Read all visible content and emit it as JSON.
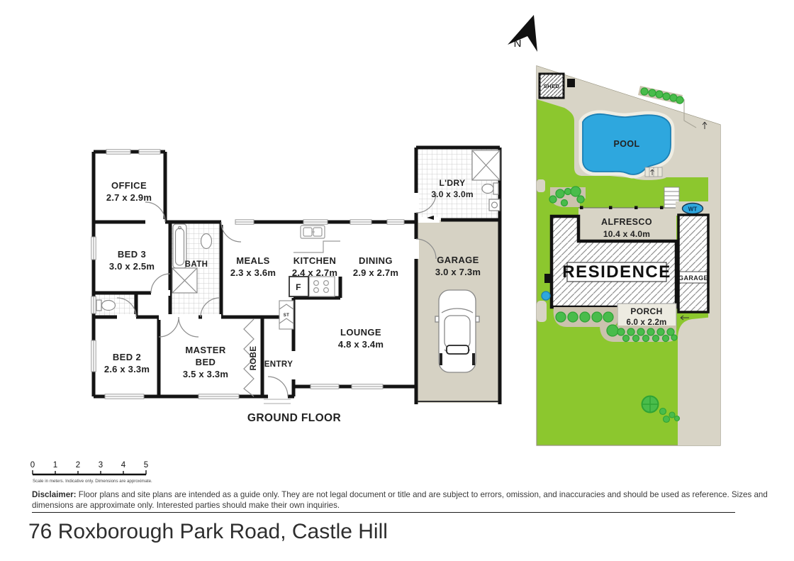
{
  "north": {
    "label": "N"
  },
  "floorplan": {
    "title": "GROUND FLOOR",
    "office": {
      "name": "OFFICE",
      "dims": "2.7 x 2.9m"
    },
    "bed3": {
      "name": "BED 3",
      "dims": "3.0 x 2.5m"
    },
    "bath": {
      "name": "BATH"
    },
    "meals": {
      "name": "MEALS",
      "dims": "2.3 x 3.6m"
    },
    "kitchen": {
      "name": "KITCHEN",
      "dims": "2.4 x 2.7m"
    },
    "dining": {
      "name": "DINING",
      "dims": "2.9 x 2.7m"
    },
    "ldry": {
      "name": "L'DRY",
      "dims": "3.0 x 3.0m"
    },
    "garage": {
      "name": "GARAGE",
      "dims": "3.0 x 7.3m"
    },
    "bed2": {
      "name": "BED 2",
      "dims": "2.6 x 3.3m"
    },
    "master": {
      "line1": "MASTER",
      "line2": "BED",
      "dims": "3.5 x 3.3m"
    },
    "lounge": {
      "name": "LOUNGE",
      "dims": "4.8 x 3.4m"
    },
    "robe": {
      "name": "ROBE"
    },
    "entry": {
      "name": "ENTRY"
    },
    "st": {
      "name": "ST"
    },
    "fridge": {
      "name": "F"
    }
  },
  "siteplan": {
    "shed": {
      "name": "SHED"
    },
    "pool": {
      "name": "POOL"
    },
    "alfresco": {
      "name": "ALFRESCO",
      "dims": "10.4 x 4.0m"
    },
    "wt": {
      "name": "WT"
    },
    "residence": {
      "name": "RESIDENCE"
    },
    "garage": {
      "name": "GARAGE"
    },
    "porch": {
      "name": "PORCH",
      "dims": "6.0 x 2.2m"
    }
  },
  "scalebar": {
    "ticks": [
      "0",
      "1",
      "2",
      "3",
      "4",
      "5"
    ],
    "caption": "Scale in meters. Indicative only. Dimensions are approximate."
  },
  "disclaimer": {
    "label": "Disclaimer:",
    "text": " Floor plans and site plans are intended as a guide only. They are not legal document or title and are subject to errors, omission, and inaccuracies and should be used as reference. Sizes and dimensions are approximate only. Interested parties should make their own inquiries."
  },
  "address": "76 Roxborough Park Road, Castle Hill",
  "colors": {
    "grass": "#8CC72E",
    "paving": "#D8D4C6",
    "garden_bed": "#CBC2AE",
    "pool_water": "#2EA7DE",
    "bush": "#49BC4B",
    "garage_floor": "#D6D2C4",
    "wall": "#141414"
  }
}
